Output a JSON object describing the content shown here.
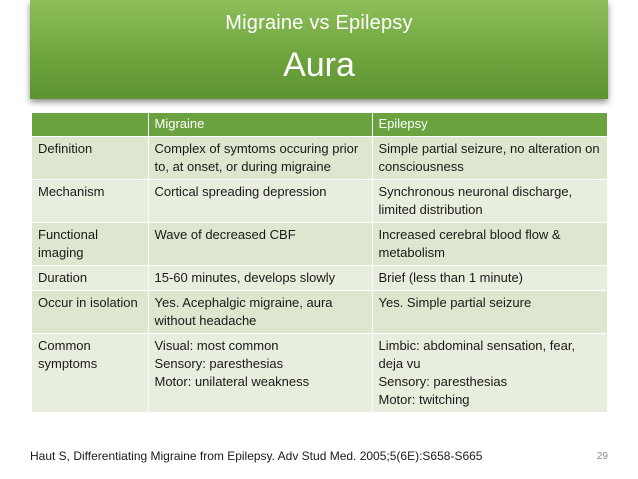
{
  "slide": {
    "title": "Migraine vs Epilepsy",
    "subtitle": "Aura",
    "citation": "Haut S, Differentiating Migraine from Epilepsy. Adv Stud Med. 2005;5(6E):S658-S665",
    "page_number": "29",
    "colors": {
      "banner": "#6fa53e",
      "header": "#6aa23f",
      "row_a": "#dde6cf",
      "row_b": "#e8eedd"
    }
  },
  "table": {
    "headers": [
      "",
      "Migraine",
      "Epilepsy"
    ],
    "rows": [
      {
        "label": "Definition",
        "migraine": "Complex of symtoms occuring prior to, at onset, or during migraine",
        "epilepsy": "Simple partial seizure, no alteration on consciousness"
      },
      {
        "label": "Mechanism",
        "migraine": "Cortical spreading depression",
        "epilepsy": "Synchronous neuronal discharge, limited distribution"
      },
      {
        "label": "Functional imaging",
        "migraine": "Wave of decreased CBF",
        "epilepsy": "Increased cerebral blood flow & metabolism"
      },
      {
        "label": "Duration",
        "migraine": "15-60 minutes, develops slowly",
        "epilepsy": "Brief (less than 1 minute)"
      },
      {
        "label": "Occur in isolation",
        "migraine": "Yes. Acephalgic migraine, aura without headache",
        "epilepsy": "Yes. Simple partial seizure"
      },
      {
        "label": "Common symptoms",
        "migraine_lines": [
          "Visual: most common",
          "Sensory: paresthesias",
          "Motor: unilateral weakness"
        ],
        "epilepsy_lines": [
          "Limbic: abdominal sensation, fear, deja vu",
          "Sensory: paresthesias",
          "Motor: twitching"
        ]
      }
    ]
  }
}
